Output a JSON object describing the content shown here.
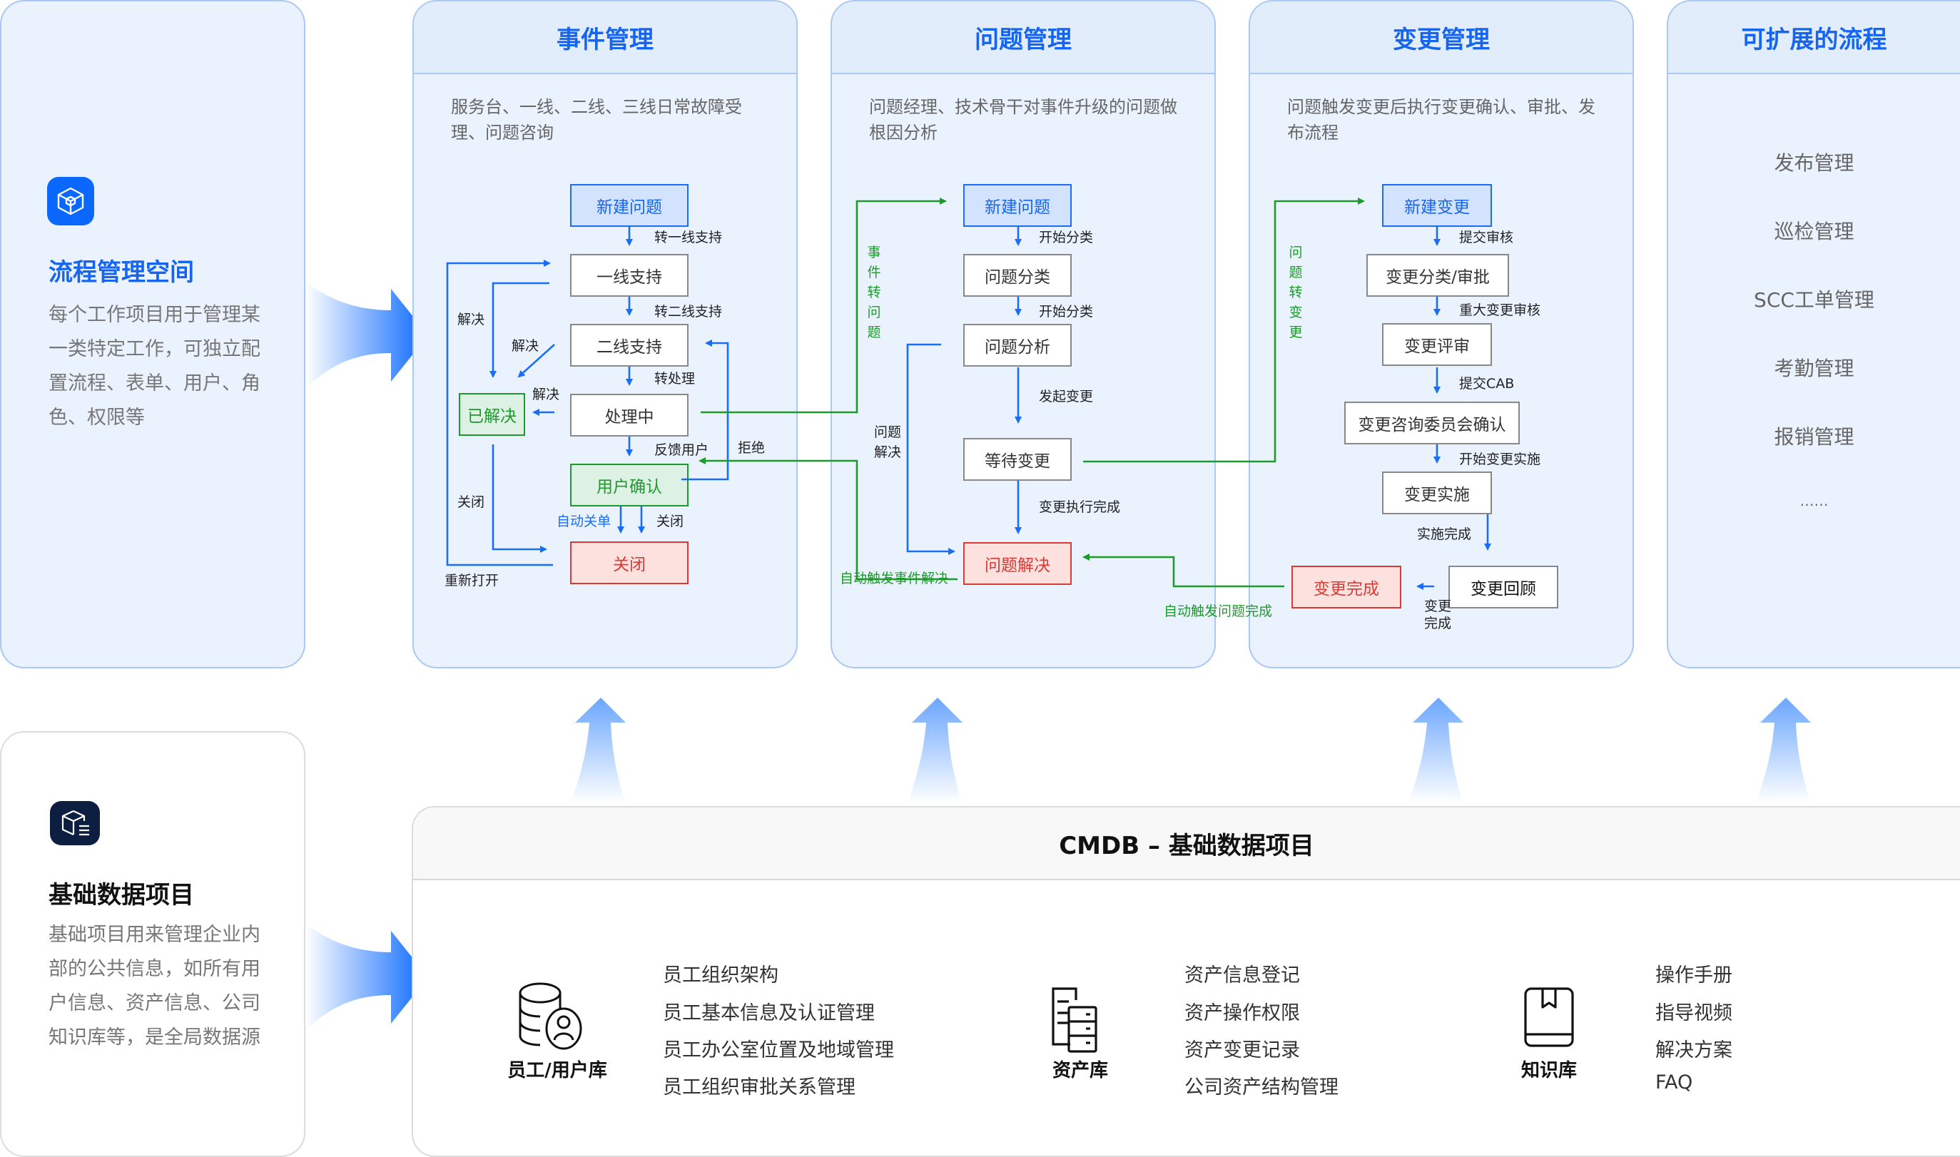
{
  "process_space": {
    "title": "流程管理空间",
    "description": "每个工作项目用于管理某一类特定工作，可独立配置流程、表单、用户、角色、权限等",
    "icon": "cube-icon"
  },
  "base_data": {
    "title": "基础数据项目",
    "description": "基础项目用来管理企业内部的公共信息，如所有用户信息、资产信息、公司知识库等，是全局数据源",
    "icon": "database-cube-icon"
  },
  "incident": {
    "title": "事件管理",
    "description": "服务台、一线、二线、三线日常故障受理、问题咨询",
    "nodes": {
      "new": "新建问题",
      "l1": "一线支持",
      "l2": "二线支持",
      "processing": "处理中",
      "user_confirm": "用户确认",
      "closed": "关闭",
      "resolved": "已解决"
    },
    "edges": {
      "to_l1": "转一线支持",
      "to_l2": "转二线支持",
      "to_process": "转处理",
      "feedback": "反馈用户",
      "auto_close": "自动关单",
      "close": "关闭",
      "resolve1": "解决",
      "resolve2": "解决",
      "resolve3": "解决",
      "close_resolved": "关闭",
      "reopen": "重新打开",
      "reject": "拒绝"
    }
  },
  "problem": {
    "title": "问题管理",
    "description": "问题经理、技术骨干对事件升级的问题做根因分析",
    "nodes": {
      "new": "新建问题",
      "classify": "问题分类",
      "analyze": "问题分析",
      "wait_change": "等待变更",
      "resolved": "问题解决"
    },
    "edges": {
      "start_classify1": "开始分类",
      "start_classify2": "开始分类",
      "raise_change": "发起变更",
      "change_done": "变更执行完成",
      "problem_resolved": "问题解决",
      "incident_to_problem": "事件转问题",
      "auto_resolve_incident": "自动触发事件解决"
    }
  },
  "change": {
    "title": "变更管理",
    "description": "问题触发变更后执行变更确认、审批、发布流程",
    "nodes": {
      "new": "新建变更",
      "classify": "变更分类/审批",
      "review": "变更评审",
      "cab": "变更咨询委员会确认",
      "implement": "变更实施",
      "done": "变更完成",
      "retro": "变更回顾"
    },
    "edges": {
      "submit": "提交审核",
      "major": "重大变更审核",
      "submit_cab": "提交CAB",
      "start_impl": "开始变更实施",
      "impl_done": "实施完成",
      "change_done": "变更完成",
      "problem_to_change": "问题转变更",
      "auto_problem_done": "自动触发问题完成"
    }
  },
  "extensible": {
    "title": "可扩展的流程",
    "items": [
      "发布管理",
      "巡检管理",
      "SCC工单管理",
      "考勤管理",
      "报销管理",
      "……"
    ]
  },
  "cmdb": {
    "title": "CMDB – 基础数据项目",
    "libraries": [
      {
        "name": "员工/用户库",
        "icon": "user-database-icon",
        "items": [
          "员工组织架构",
          "员工基本信息及认证管理",
          "员工办公室位置及地域管理",
          "员工组织审批关系管理"
        ]
      },
      {
        "name": "资产库",
        "icon": "asset-cabinet-icon",
        "items": [
          "资产信息登记",
          "资产操作权限",
          "资产变更记录",
          "公司资产结构管理"
        ]
      },
      {
        "name": "知识库",
        "icon": "book-icon",
        "items": [
          "操作手册",
          "指导视频",
          "解决方案",
          "FAQ"
        ]
      }
    ]
  },
  "colors": {
    "accent_blue": "#1565f0",
    "flow_green": "#1e9a2c",
    "end_red": "#d93a35",
    "card_bg": "#eaf2fd"
  }
}
